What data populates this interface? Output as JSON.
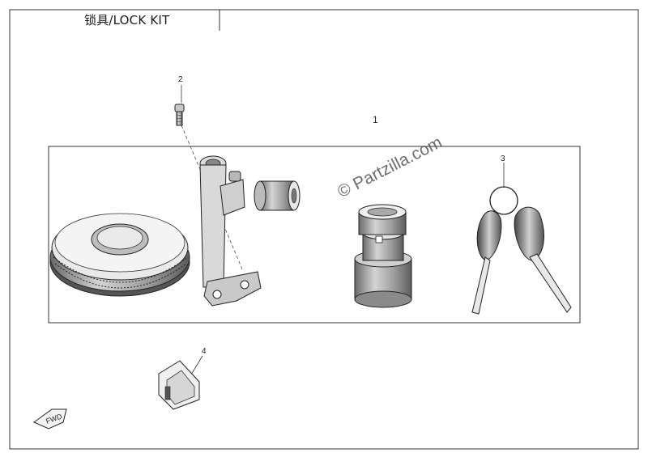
{
  "title": "锁具/LOCK KIT",
  "callouts": {
    "kit": "1",
    "screw": "2",
    "keys": "3",
    "clip": "4"
  },
  "watermark": "© Partzilla.com",
  "fwd_label": "FWD",
  "colors": {
    "line": "#222222",
    "frame": "#333333",
    "grey_fill": "#bdbdbd",
    "dark_fill": "#6f6f6f",
    "light_fill": "#e6e6e6",
    "watermark": "#555555"
  }
}
